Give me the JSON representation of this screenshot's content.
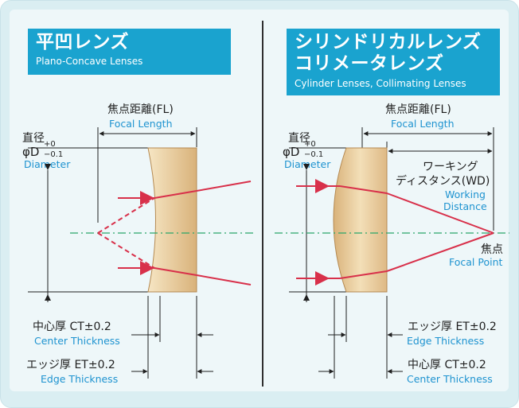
{
  "left_panel": {
    "title_jp": "平凹レンズ",
    "title_en": "Plano-Concave Lenses",
    "diameter_jp": "直径",
    "diameter_symbol": "φD",
    "diameter_tol_plus": "+0",
    "diameter_tol_minus": "−0.1",
    "diameter_en": "Diameter",
    "focal_jp": "焦点距離(FL)",
    "focal_en": "Focal Length",
    "center_thickness_jp": "中心厚 CT±0.2",
    "center_thickness_en": "Center Thickness",
    "edge_thickness_jp": "エッジ厚 ET±0.2",
    "edge_thickness_en": "Edge Thickness"
  },
  "right_panel": {
    "title_jp_line1": "シリンドリカルレンズ",
    "title_jp_line2": "コリメータレンズ",
    "title_en": "Cylinder Lenses, Collimating Lenses",
    "diameter_jp": "直径",
    "diameter_symbol": "φD",
    "diameter_tol_plus": "+0",
    "diameter_tol_minus": "−0.1",
    "diameter_en": "Diameter",
    "focal_jp": "焦点距離(FL)",
    "focal_en": "Focal Length",
    "working_jp_line1": "ワーキング",
    "working_jp_line2": "ディスタンス(WD)",
    "working_en_line1": "Working",
    "working_en_line2": "Distance",
    "focal_point_jp": "焦点",
    "focal_point_en": "Focal Point",
    "edge_thickness_jp": "エッジ厚 ET±0.2",
    "edge_thickness_en": "Edge Thickness",
    "center_thickness_jp": "中心厚 CT±0.2",
    "center_thickness_en": "Center Thickness"
  },
  "colors": {
    "lens_light": "#f3dfb8",
    "lens_dark": "#d9b27a",
    "ray": "#d8304a",
    "axis": "#2aa66a",
    "title_bg": "#1aa3cf",
    "english_label": "#1e93d0"
  }
}
